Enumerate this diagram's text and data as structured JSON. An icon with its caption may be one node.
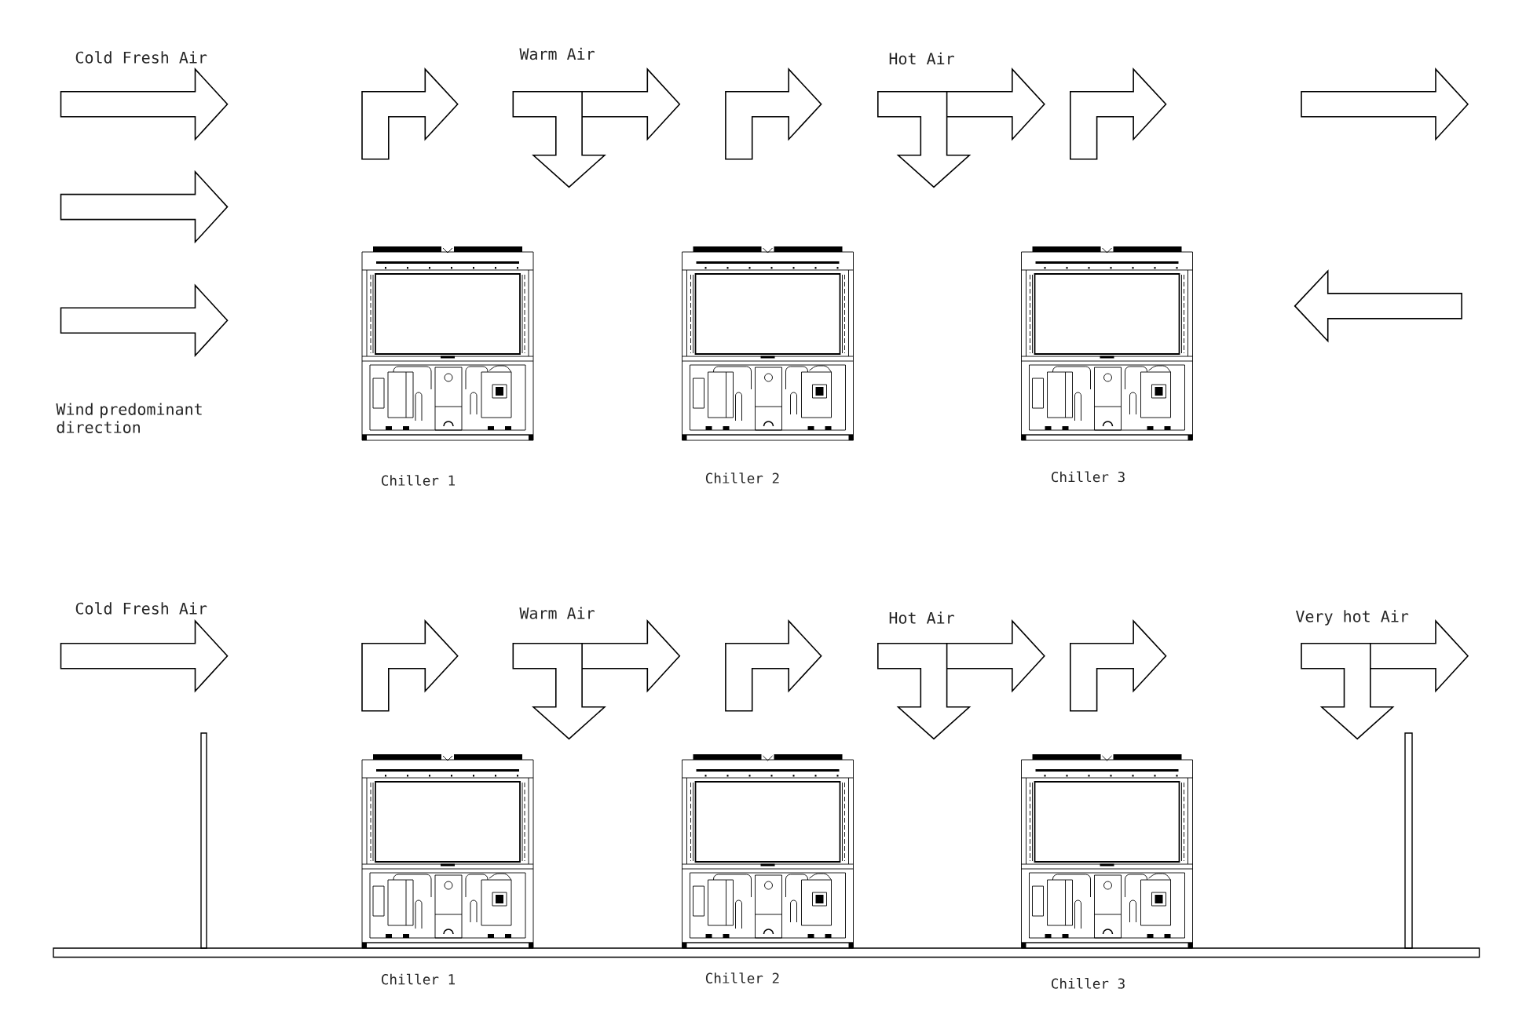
{
  "diagram": {
    "nodes": [
      {
        "text": [],
        "shape": "picture",
        "beside": [
          "Chiller 1"
        ]
      },
      {
        "text": [],
        "shape": "picture",
        "beside": [
          "Chiller 2"
        ]
      },
      {
        "text": [],
        "shape": "picture",
        "beside": [
          "Chiller 3"
        ]
      },
      {
        "text": [],
        "shape": "picture",
        "beside": [
          "Chiller 1"
        ]
      },
      {
        "text": [],
        "shape": "picture",
        "beside": [
          "Chiller 2"
        ]
      },
      {
        "text": [],
        "shape": "picture",
        "beside": [
          "Chiller 3"
        ]
      }
    ],
    "labels": [
      "Cold Fresh Air",
      "Warm Air",
      "Hot Air",
      "Wind predominant direction",
      "Cold Fresh Air",
      "Warm Air",
      "Hot Air",
      "Very hot Air"
    ]
  }
}
